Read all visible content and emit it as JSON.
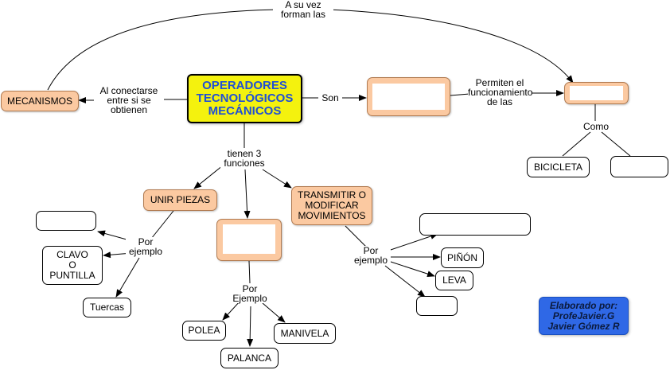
{
  "nodes": {
    "main": "OPERADORES\nTECNOLÓGICOS\nMECÁNICOS",
    "mecanismos": "MECANISMOS",
    "unir_piezas": "UNIR PIEZAS",
    "transmitir": "TRANSMITIR O\nMODIFICAR\nMOVIMIENTOS",
    "bicicleta": "BICICLETA",
    "clavo": "CLAVO\nO\nPUNTILLA",
    "tuercas": "Tuercas",
    "pinon": "PIÑÓN",
    "leva": "LEVA",
    "polea": "POLEA",
    "manivela": "MANIVELA",
    "palanca": "PALANCA",
    "credit": "Elaborado por:\nProfeJavier.G\nJavier Gómez R"
  },
  "links": {
    "a_su_vez": "A su vez\nforman las",
    "al_conectarse": "Al conectarse\nentre si se\nobtienen",
    "son": "Son",
    "permiten": "Permiten el\nfuncionamiento\nde las",
    "como": "Como",
    "tienen": "tienen 3\nfunciones",
    "por_ejemplo_1": "Por\nejemplo",
    "por_ejemplo_2": "Por\nEjemplo",
    "por_ejemplo_3": "Por\nejemplo"
  },
  "colors": {
    "main_fill": "#f4f20e",
    "main_text": "#1f4fd6",
    "concept_fill": "#fbc9a1",
    "credit_fill": "#2f68e6"
  }
}
